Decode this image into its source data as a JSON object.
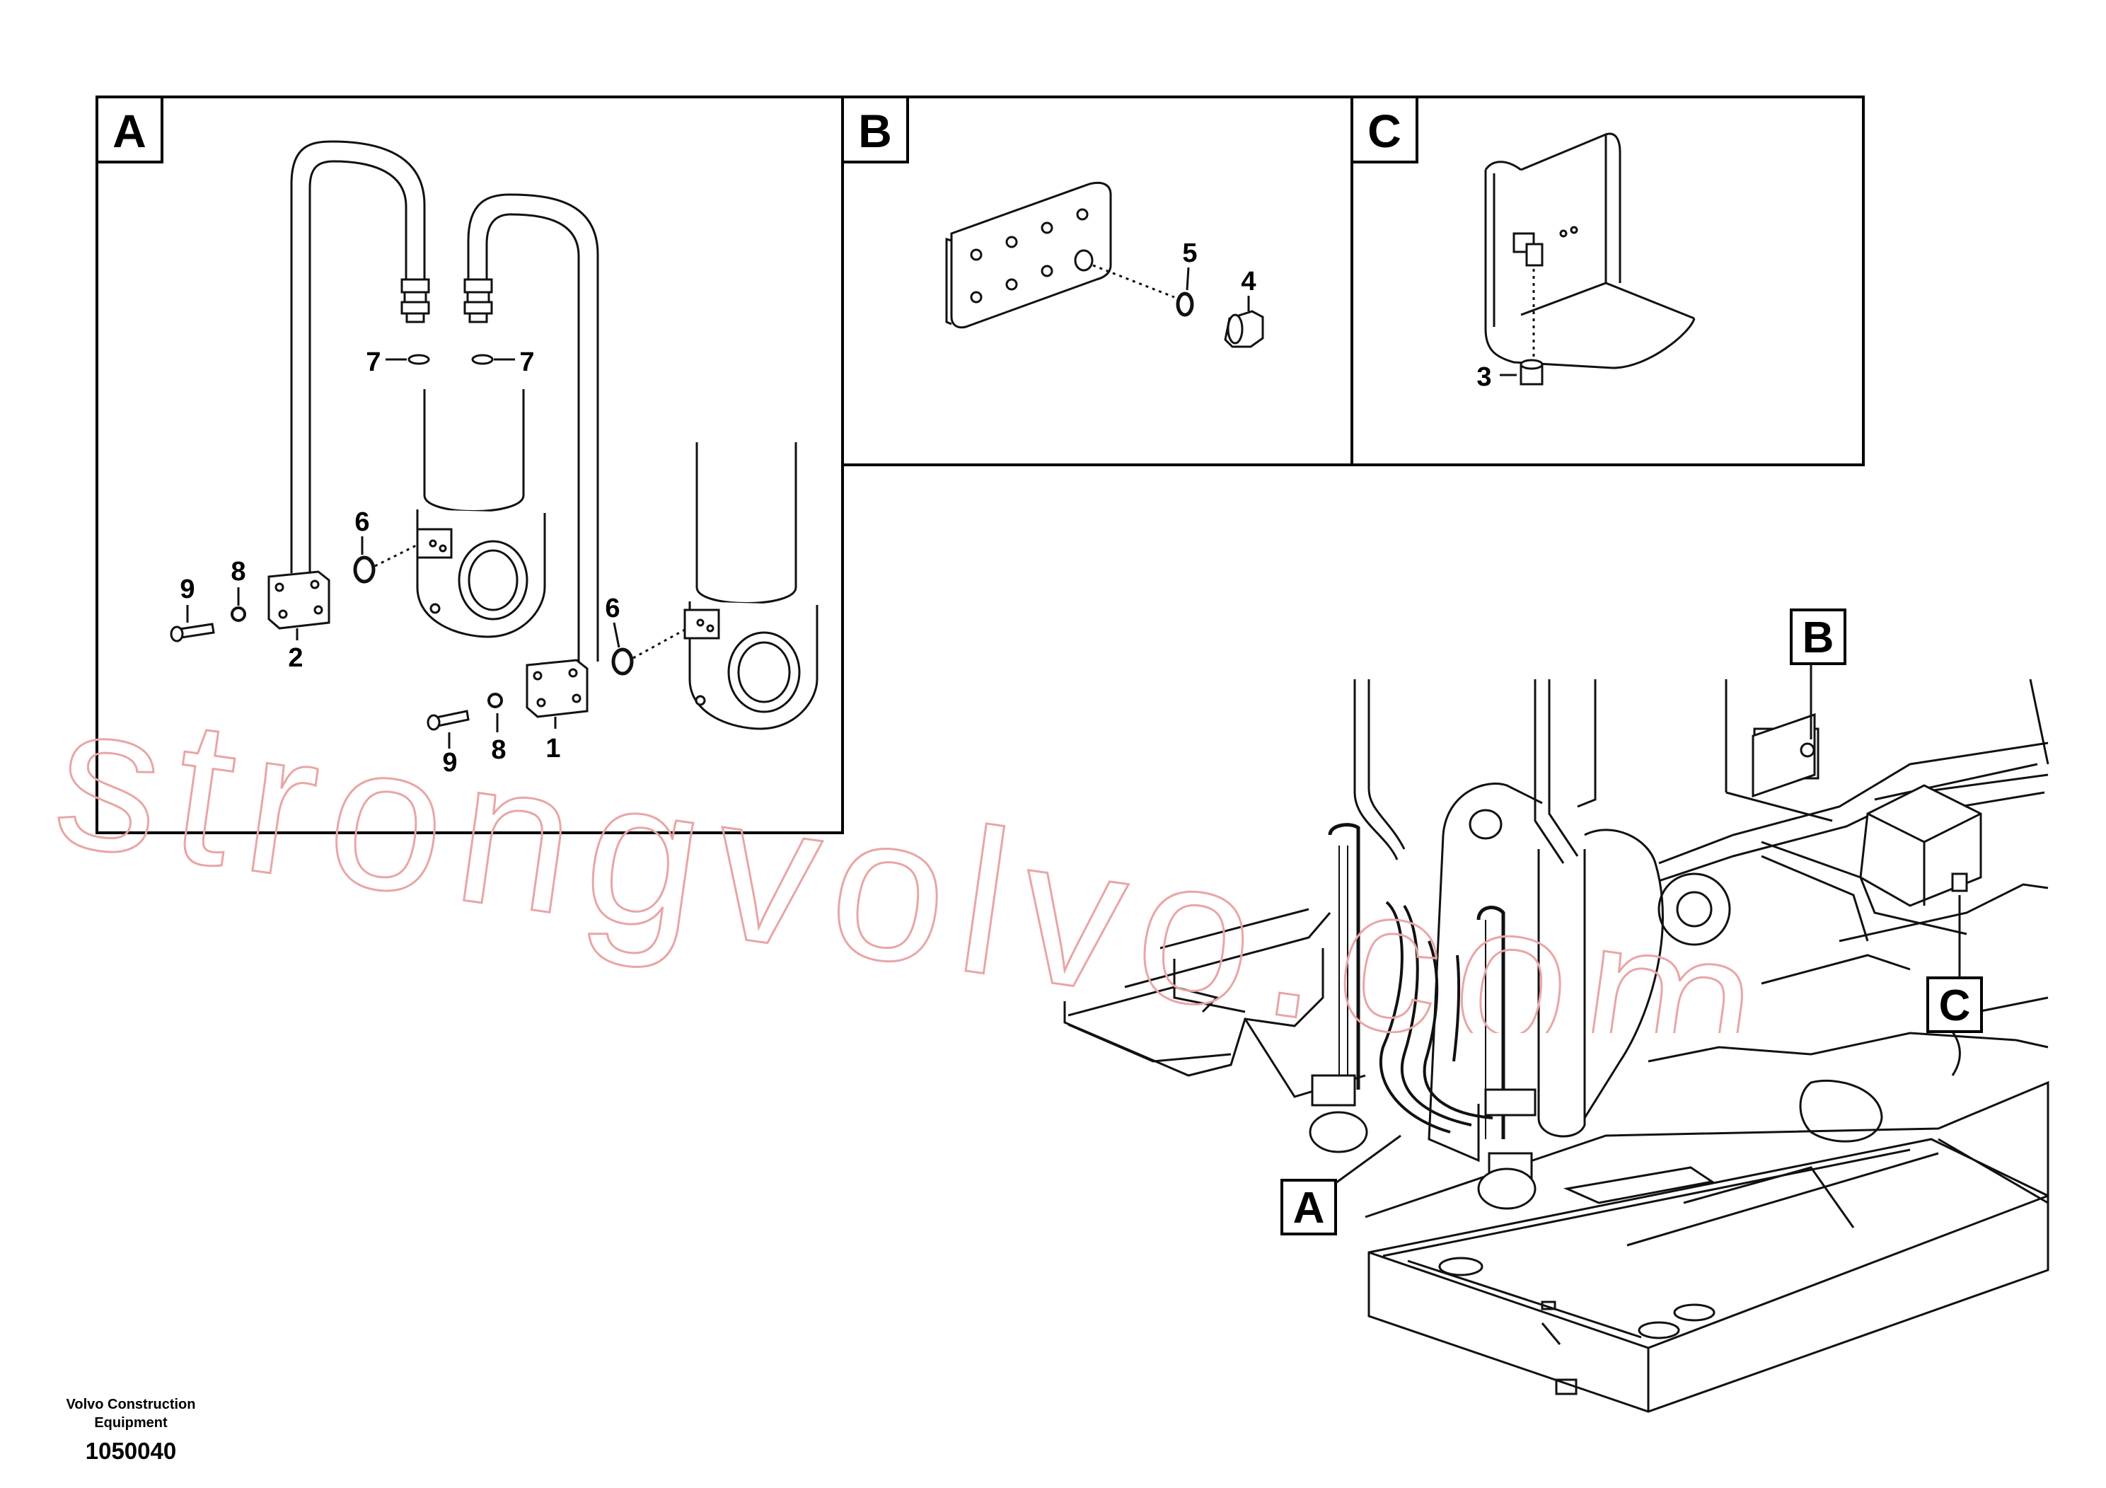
{
  "panels": {
    "a": {
      "letter": "A"
    },
    "b": {
      "letter": "B"
    },
    "c": {
      "letter": "C"
    }
  },
  "callouts": {
    "a": {
      "p2": "2",
      "p1": "1",
      "p6a": "6",
      "p6b": "6",
      "p7a": "7",
      "p7b": "7",
      "p8a": "8",
      "p8b": "8",
      "p9a": "9",
      "p9b": "9"
    },
    "b": {
      "p4": "4",
      "p5": "5"
    },
    "c": {
      "p3": "3"
    }
  },
  "overview": {
    "label_a": "A",
    "label_b": "B",
    "label_c": "C"
  },
  "footer": {
    "company_line1": "Volvo Construction",
    "company_line2": "Equipment",
    "diagram_number": "1050040"
  },
  "watermark": {
    "text": "strongvolvo.com",
    "color": "#e9a5a5"
  },
  "colors": {
    "line": "#111111",
    "frame": "#000000"
  }
}
